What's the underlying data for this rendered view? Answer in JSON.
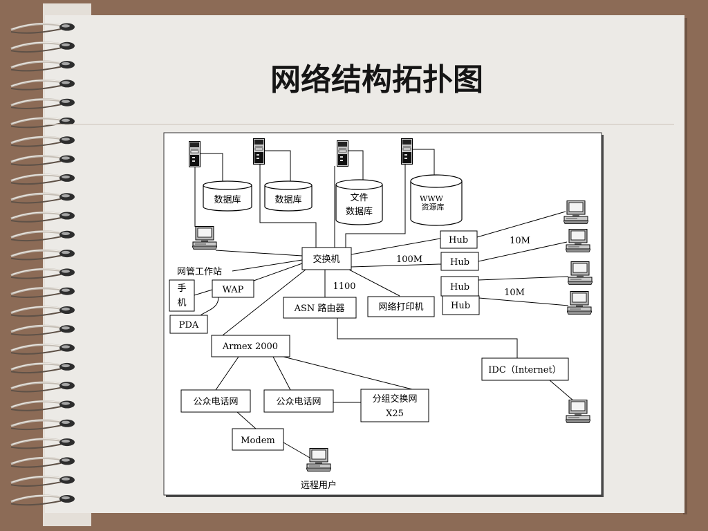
{
  "slide": {
    "title": "网络结构拓扑图"
  },
  "colors": {
    "background": "#8c6b56",
    "paper": "#eceae6",
    "diagram_bg": "#ffffff",
    "ink": "#000000"
  },
  "icons": {
    "server": "server-tower-icon",
    "computer": "desktop-computer-icon",
    "database": "database-cylinder-icon",
    "binding": "spiral-ring-icon"
  },
  "diagram": {
    "databases": [
      {
        "lines": [
          "数据库"
        ]
      },
      {
        "lines": [
          "数据库"
        ]
      },
      {
        "lines": [
          "文件",
          "数据库"
        ]
      },
      {
        "lines": [
          "WWW",
          "资源库"
        ]
      }
    ],
    "switch": "交换机",
    "admin_station": "网管工作站",
    "phone": [
      "手",
      "机"
    ],
    "wap": "WAP",
    "pda": "PDA",
    "router": "ASN 路由器",
    "router_link": "1100",
    "printer": "网络打印机",
    "armex": "Armex 2000",
    "idc": "IDC（Internet）",
    "pstn": [
      "公众电话网",
      "公众电话网"
    ],
    "packet_switch": [
      "分组交换网",
      "X25"
    ],
    "modem": "Modem",
    "remote_user": "远程用户",
    "hubs": [
      "Hub",
      "Hub",
      "Hub",
      "Hub"
    ],
    "link_labels": {
      "hub_top": "10M",
      "switch_hub": "100M",
      "hub_bottom": "10M"
    }
  }
}
